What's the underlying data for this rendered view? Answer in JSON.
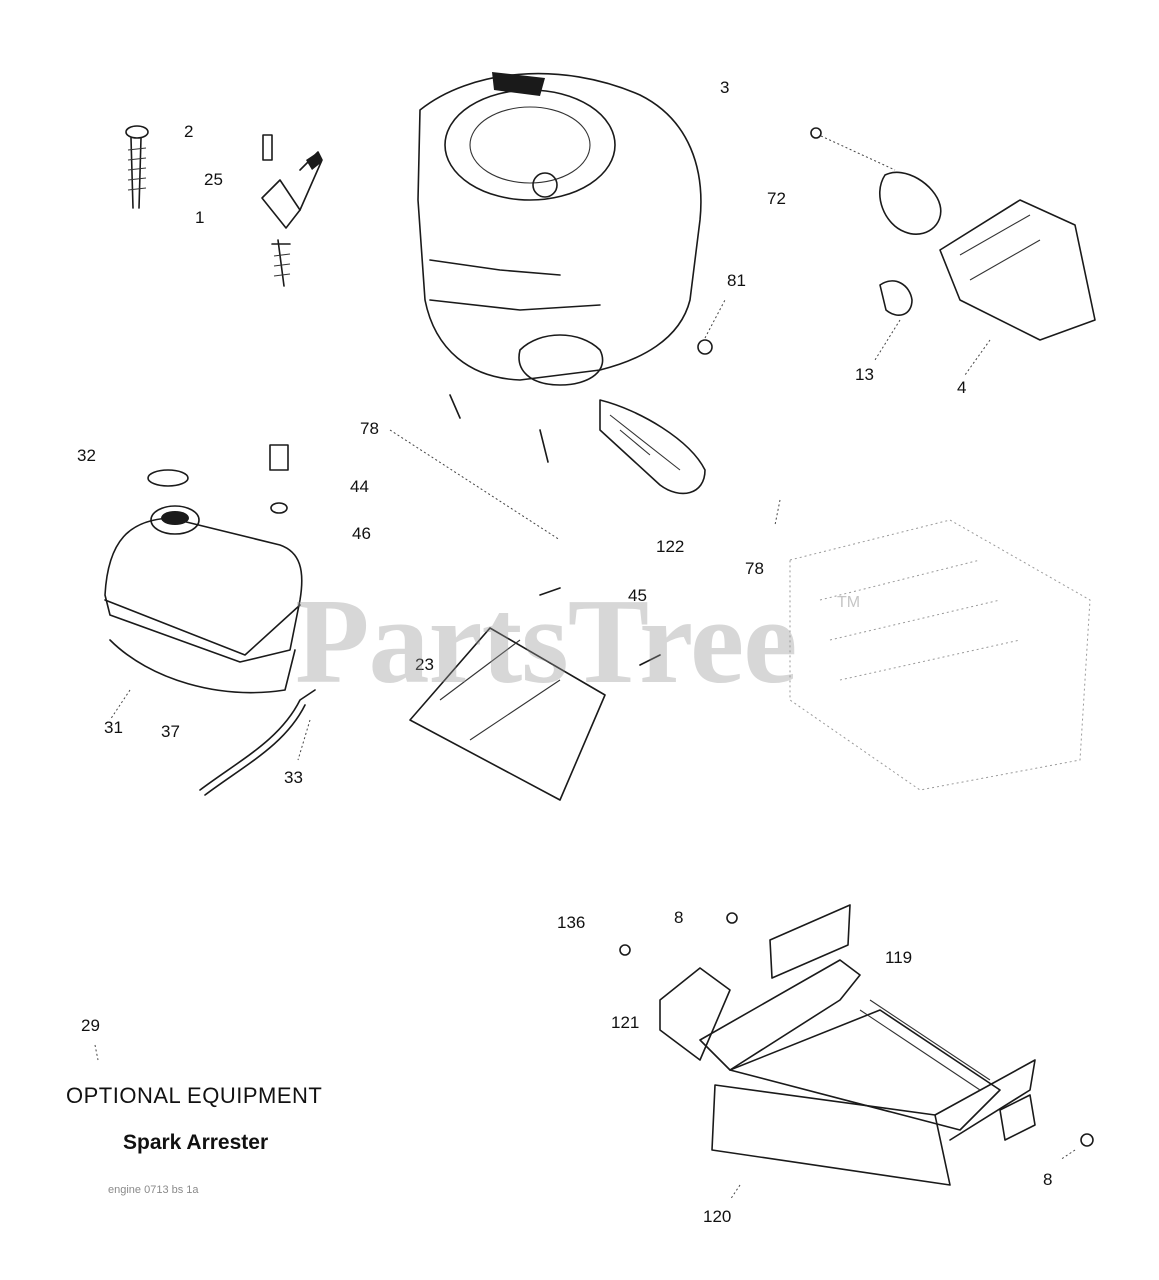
{
  "callouts": {
    "c1": "1",
    "c2": "2",
    "c25": "25",
    "c3": "3",
    "c72": "72",
    "c81": "81",
    "c13": "13",
    "c4": "4",
    "c78a": "78",
    "c32": "32",
    "c44": "44",
    "c46": "46",
    "c122": "122",
    "c78b": "78",
    "c45": "45",
    "c23": "23",
    "c31": "31",
    "c37": "37",
    "c33": "33",
    "c136": "136",
    "c8a": "8",
    "c119": "119",
    "c121": "121",
    "c8b": "8",
    "c120": "120",
    "c29": "29"
  },
  "captions": {
    "optional_equipment": "OPTIONAL EQUIPMENT",
    "spark_arrester": "Spark Arrester",
    "fine_print": "engine 0713 bs 1a"
  },
  "watermark": {
    "text": "PartsTree",
    "trademark": "TM"
  }
}
